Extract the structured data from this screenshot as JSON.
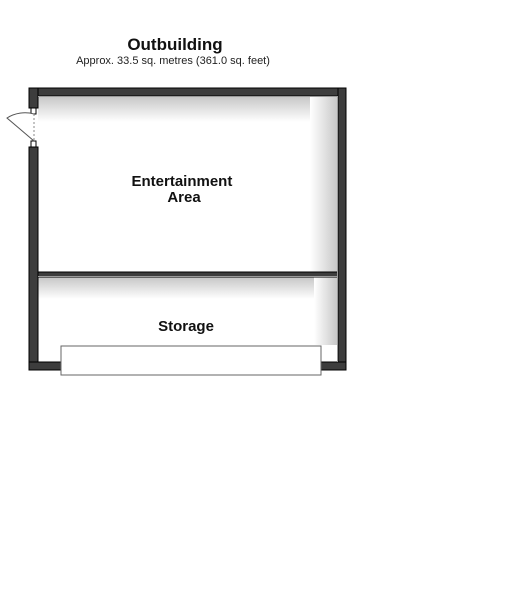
{
  "plan": {
    "title": "Outbuilding",
    "area_text": "Approx. 33.5 sq. metres (361.0 sq. feet)",
    "rooms": [
      {
        "name_lines": [
          "Entertainment",
          "Area"
        ]
      },
      {
        "name_lines": [
          "Storage"
        ]
      }
    ],
    "colors": {
      "wall_fill": "#3d3d3d",
      "wall_edge": "#000000",
      "wall_highlight": "#9a9a9a",
      "floor": "#ffffff",
      "shadow": "#c9c9c9"
    }
  }
}
